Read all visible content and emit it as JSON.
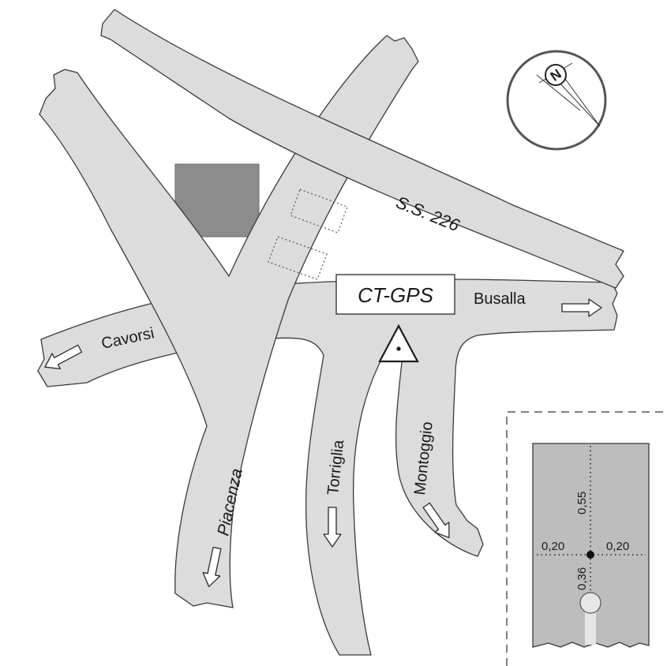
{
  "labels": {
    "ss226": "S.S. 226",
    "station": "CT-GPS",
    "busalla": "Busalla",
    "cavorsi": "Cavorsi",
    "piacenza": "Piacenza",
    "torriglia": "Torriglia",
    "montoggio": "Montoggio"
  },
  "compass": {
    "letter": "N"
  },
  "inset": {
    "up": "0,55",
    "left": "0,20",
    "right": "0,20",
    "down": "0,36"
  },
  "colors": {
    "road": "#dcdcdc",
    "building": "#8c8c8c",
    "inset_bg": "#bdbdbd",
    "outline": "#3a3a3a"
  }
}
